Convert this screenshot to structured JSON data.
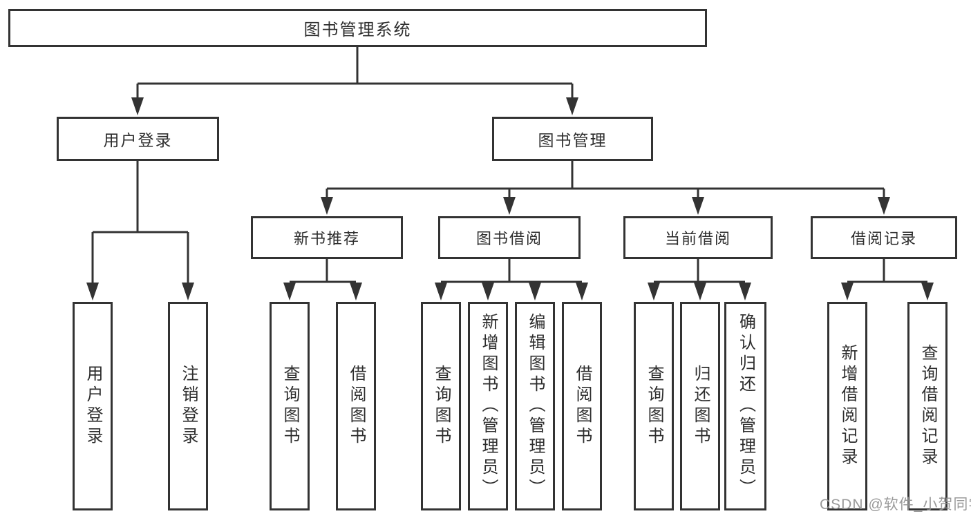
{
  "diagram": {
    "root": {
      "label": "图书管理系统"
    },
    "branches": [
      {
        "label": "用户登录",
        "children": [
          {
            "label": "用户登录"
          },
          {
            "label": "注销登录"
          }
        ]
      },
      {
        "label": "图书管理",
        "children": [
          {
            "label": "新书推荐",
            "children": [
              {
                "label": "查询图书"
              },
              {
                "label": "借阅图书"
              }
            ]
          },
          {
            "label": "图书借阅",
            "children": [
              {
                "label": "查询图书"
              },
              {
                "label": "新增图书（管理员）"
              },
              {
                "label": "编辑图书（管理员）"
              },
              {
                "label": "借阅图书"
              }
            ]
          },
          {
            "label": "当前借阅",
            "children": [
              {
                "label": "查询图书"
              },
              {
                "label": "归还图书"
              },
              {
                "label": "确认归还（管理员）"
              }
            ]
          },
          {
            "label": "借阅记录",
            "children": [
              {
                "label": "新增借阅记录"
              },
              {
                "label": "查询借阅记录"
              }
            ]
          }
        ]
      }
    ],
    "watermark": "CSDN @软件_小贺同学",
    "colors": {
      "line": "#333333",
      "box_border": "#333333",
      "text": "#2e2e2e",
      "watermark": "#949494",
      "background": "#ffffff"
    }
  }
}
